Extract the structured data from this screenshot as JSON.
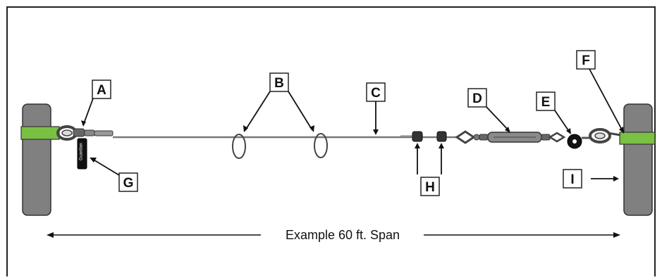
{
  "diagram": {
    "labels": {
      "A": "A",
      "B": "B",
      "C": "C",
      "D": "D",
      "E": "E",
      "F": "F",
      "G": "G",
      "H": "H",
      "I": "I"
    },
    "span_text": "Example 60 ft. Span",
    "tag_brand": "Guardian",
    "colors": {
      "strap_green": "#7ac143",
      "anchor_post": "#808080",
      "frame_border": "#222222"
    }
  }
}
